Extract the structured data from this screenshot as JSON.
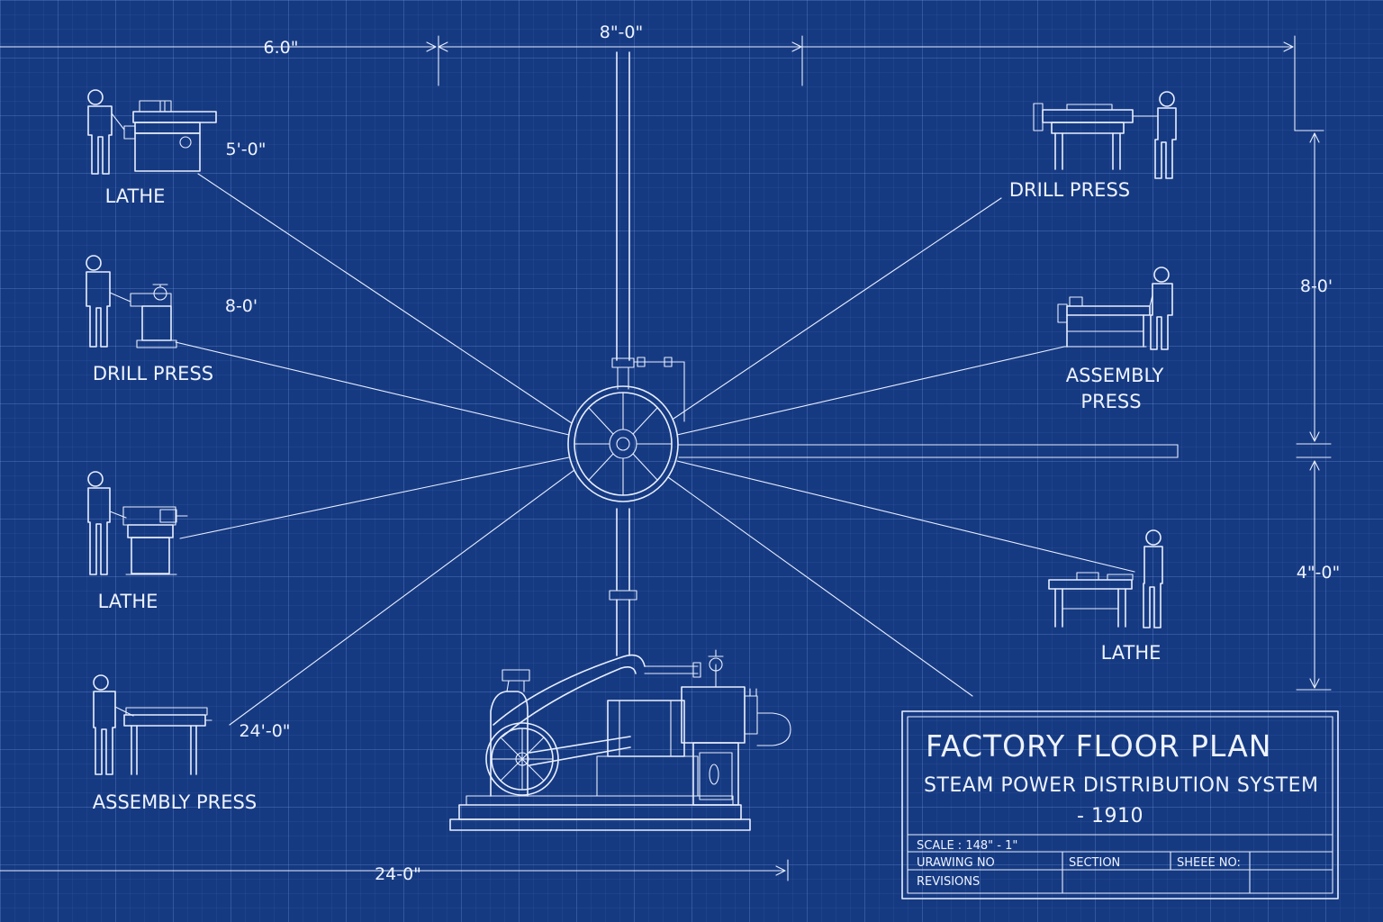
{
  "title_block": {
    "title": "FACTORY FLOOR PLAN",
    "subtitle": "STEAM POWER DISTRIBUTION SYSTEM",
    "year": "- 1910",
    "scale": "SCALE : 148\" - 1\"",
    "drawing_no": "URAWING NO",
    "section": "SECTION",
    "sheet_no": "SHEEE NO:",
    "revisions": "REVISIONS"
  },
  "machines": {
    "lathe_top_left": "LATHE",
    "drill_press_left": "DRILL PRESS",
    "lathe_mid_left": "LATHE",
    "assembly_press_left": "ASSEMBLY PRESS",
    "drill_press_top_right": "DRILL PRESS",
    "assembly_press_right_line1": "ASSEMBLY",
    "assembly_press_right_line2": "PRESS",
    "lathe_right": "LATHE"
  },
  "dimensions": {
    "top_left": "6.0\"",
    "top_center": "8\"-0\"",
    "lathe_top_left": "5'-0\"",
    "drill_press_left": "8-0'",
    "right_upper": "8-0'",
    "right_lower": "4\"-0\"",
    "assembly_left": "24'-0\"",
    "bottom": "24-0\""
  }
}
